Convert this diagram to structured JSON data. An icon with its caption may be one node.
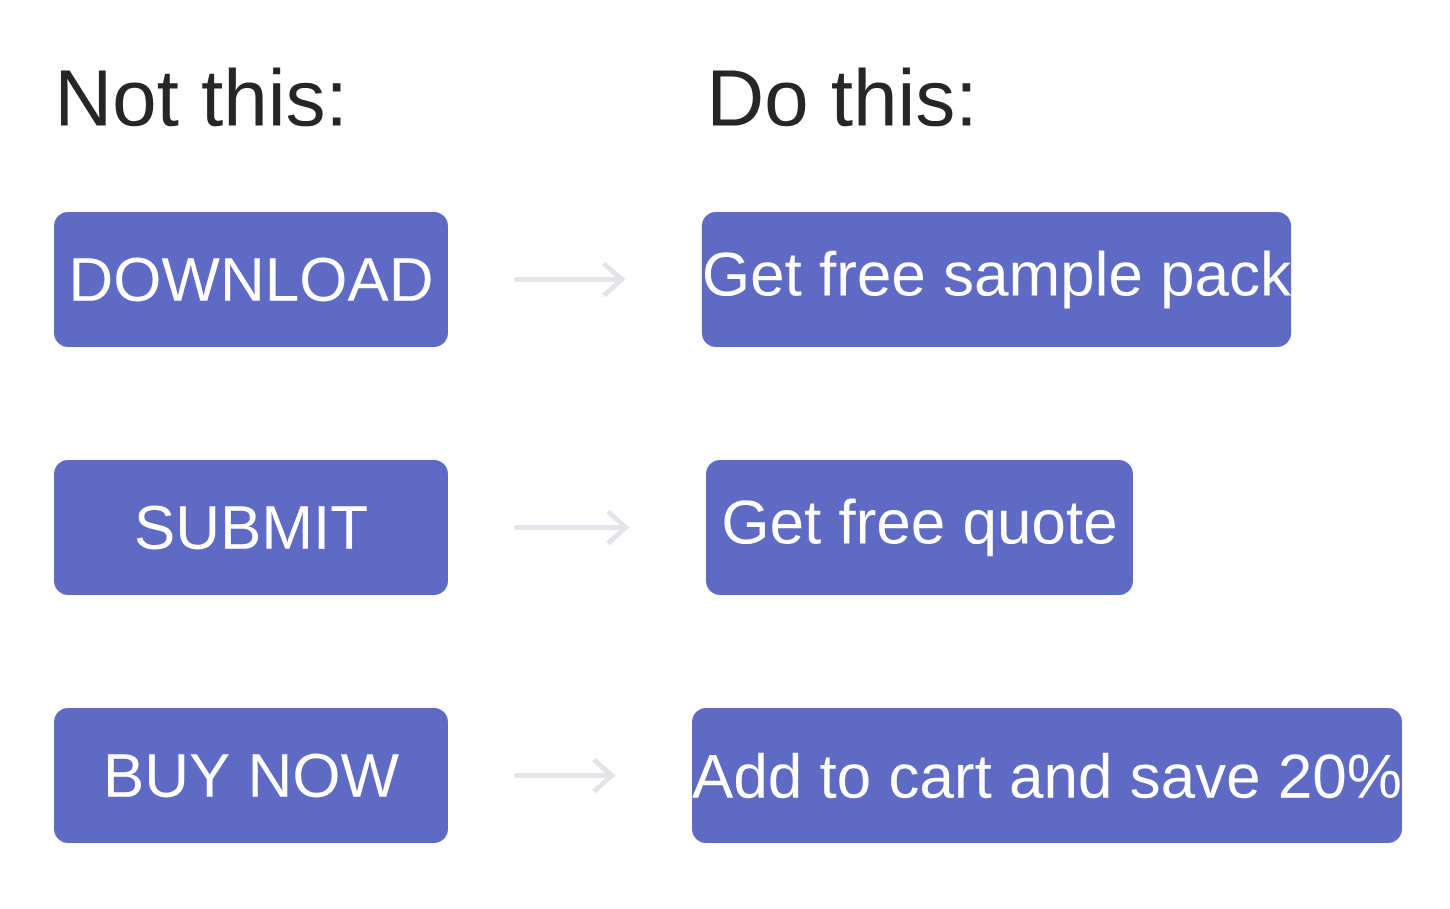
{
  "diagram": {
    "nodes": [
      {
        "text": [
          "DOWNLOAD"
        ]
      },
      {
        "text": [
          "SUBMIT"
        ]
      },
      {
        "text": [
          "BUY NOW"
        ]
      },
      {
        "text": [
          "Get free sample pack"
        ]
      },
      {
        "text": [
          "Get free quote"
        ]
      },
      {
        "text": [
          "Add to cart and save 20%"
        ]
      }
    ],
    "edges": [
      {
        "from": 0,
        "to": 3,
        "arrow": "to"
      },
      {
        "from": 1,
        "to": 4,
        "arrow": "to"
      },
      {
        "from": 2,
        "to": 5,
        "arrow": "to"
      }
    ],
    "labels": [
      "Not this:",
      "Do this:"
    ]
  }
}
